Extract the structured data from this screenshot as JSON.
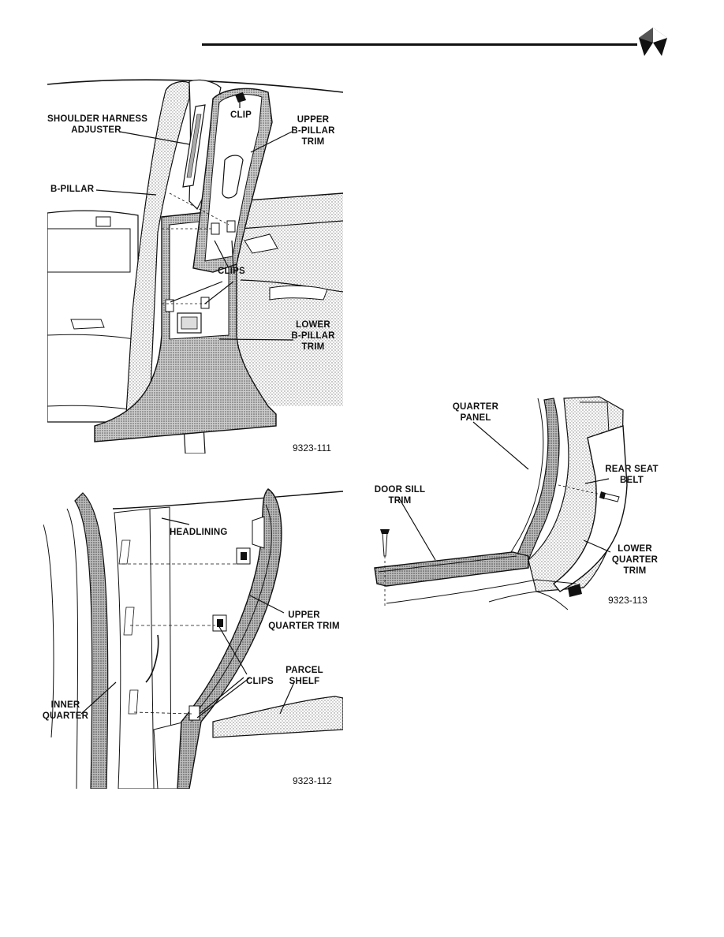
{
  "header": {
    "logo_icon": "pentastar-icon"
  },
  "figure_111": {
    "id": "9323-111",
    "labels": {
      "shoulder_harness_1": "SHOULDER HARNESS",
      "shoulder_harness_2": "ADJUSTER",
      "b_pillar": "B-PILLAR",
      "clip": "CLIP",
      "upper_1": "UPPER",
      "upper_2": "B-PILLAR",
      "upper_3": "TRIM",
      "clips": "CLIPS",
      "lower_1": "LOWER",
      "lower_2": "B-PILLAR",
      "lower_3": "TRIM"
    }
  },
  "figure_112": {
    "id": "9323-112",
    "labels": {
      "headlining": "HEADLINING",
      "upper_qt_1": "UPPER",
      "upper_qt_2": "QUARTER TRIM",
      "parcel_1": "PARCEL",
      "parcel_2": "SHELF",
      "clips": "CLIPS",
      "inner_1": "INNER",
      "inner_2": "QUARTER"
    }
  },
  "figure_113": {
    "id": "9323-113",
    "labels": {
      "quarter_1": "QUARTER",
      "quarter_2": "PANEL",
      "door_sill_1": "DOOR SILL",
      "door_sill_2": "TRIM",
      "rear_seat_1": "REAR SEAT",
      "rear_seat_2": "BELT",
      "lower_qt_1": "LOWER",
      "lower_qt_2": "QUARTER",
      "lower_qt_3": "TRIM"
    }
  }
}
